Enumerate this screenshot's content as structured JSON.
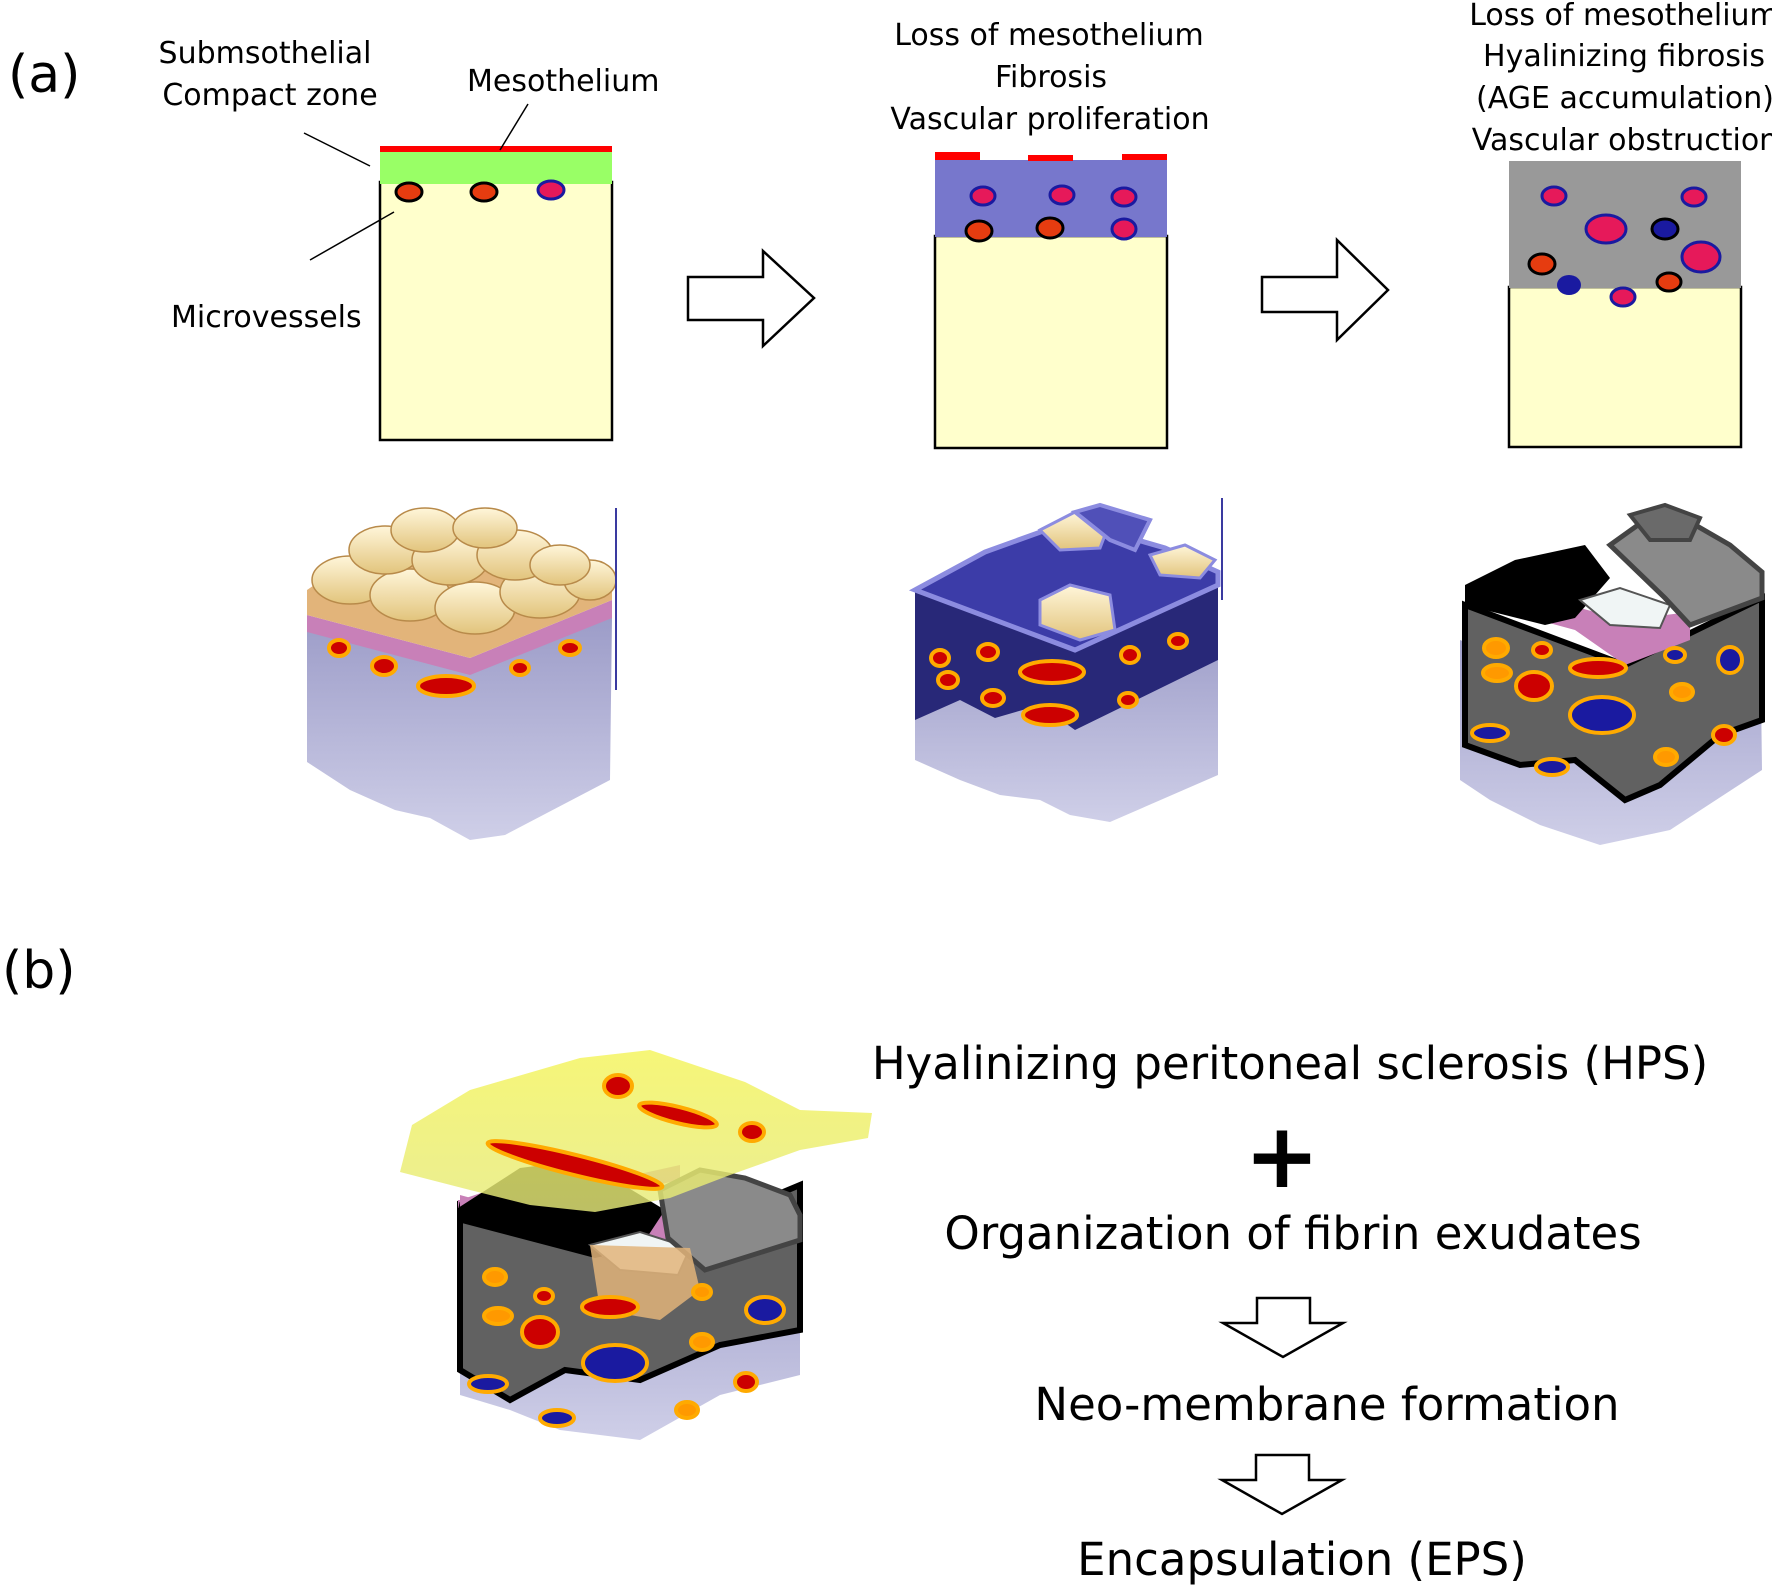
{
  "panel_a": {
    "letter": "(a)",
    "stage1": {
      "label_submesothelial": [
        "Submsothelial",
        "Compact zone"
      ],
      "label_mesothelium": "Mesothelium",
      "label_microvessels": "Microvessels"
    },
    "stage2": {
      "lines": [
        "Loss of mesothelium",
        "Fibrosis",
        "Vascular proliferation"
      ]
    },
    "stage3": {
      "lines": [
        "Loss of mesothelium",
        "Hyalinizing fibrosis",
        "(AGE accumulation)",
        "Vascular obstruction"
      ]
    }
  },
  "panel_b": {
    "letter": "(b)",
    "hps": "Hyalinizing peritoneal sclerosis (HPS)",
    "plus": "+",
    "fibrin": "Organization of fibrin exudates",
    "neo": "Neo-membrane formation",
    "eps": "Encapsulation (EPS)"
  },
  "colors": {
    "mesothelium": "#ff0000",
    "compact_zone": "#99ff66",
    "tissue": "#ffffcc",
    "fibrosis": "#7777cc",
    "hyalinizing": "#999999",
    "vessel_red": "#e63c10",
    "vessel_pink": "#e6195a",
    "vessel_blue": "#1a1aa0",
    "lavender": "#b8b8dc",
    "ring": "#ffaa00"
  }
}
